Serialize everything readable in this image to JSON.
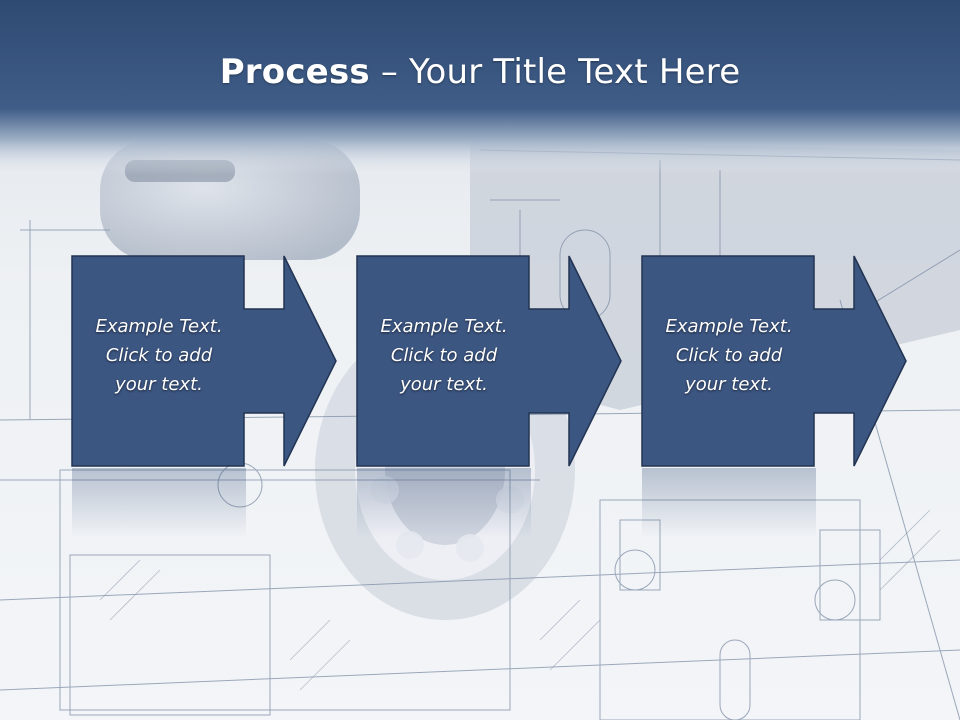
{
  "slide": {
    "title_bold": "Process",
    "title_rest": " – Your Title Text Here"
  },
  "steps": [
    {
      "line1": "Example Text.",
      "line2": "Click  to add",
      "line3": "your text."
    },
    {
      "line1": "Example Text.",
      "line2": "Click  to add",
      "line3": "your text."
    },
    {
      "line1": "Example Text.",
      "line2": "Click  to add",
      "line3": "your text."
    }
  ],
  "colors": {
    "header": "#3d5a85",
    "box_fill": "#3c5682",
    "box_border": "#243654"
  }
}
